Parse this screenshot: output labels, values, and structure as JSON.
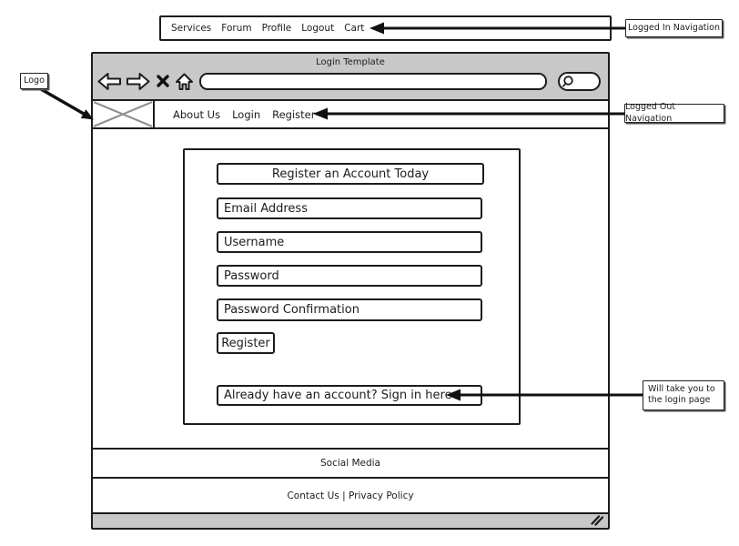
{
  "annotations": {
    "logo": "Logo",
    "logged_in": "Logged In Navigation",
    "logged_out": "Logged Out Navigation",
    "signin_note": "Will take you to the login page"
  },
  "top_nav": {
    "items": [
      "Services",
      "Forum",
      "Profile",
      "Logout",
      "Cart"
    ]
  },
  "browser": {
    "title": "Login Template",
    "toolbar_icons": [
      "back-arrow",
      "forward-arrow",
      "close-x",
      "home",
      "search-magnifier"
    ]
  },
  "site_nav": {
    "items": [
      "About Us",
      "Login",
      "Register"
    ],
    "logo_placeholder": "image-cross"
  },
  "form": {
    "heading": "Register an Account Today",
    "fields": [
      "Email Address",
      "Username",
      "Password",
      "Password Confirmation"
    ],
    "submit_label": "Register",
    "signin_prompt": "Already have an account? Sign in here"
  },
  "footer": {
    "social_label": "Social Media",
    "links_label": "Contact Us | Privacy Policy"
  },
  "colors": {
    "chrome_gray": "#c8c8c8",
    "line_black": "#1c1c1c",
    "cross_gray": "#8f8f8f"
  }
}
